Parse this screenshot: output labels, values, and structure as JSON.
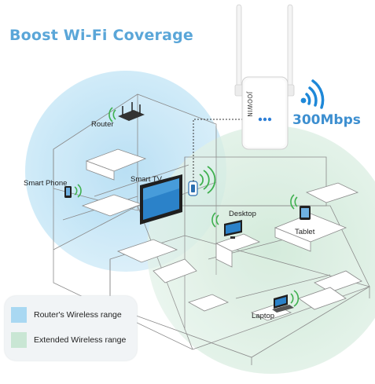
{
  "title": "Boost Wi-Fi Coverage",
  "speed": "300Mbps",
  "brand": "JOOWIN",
  "devices": {
    "router": "Router",
    "smart_phone": "Smart Phone",
    "smart_tv": "Smart TV",
    "desktop": "Desktop",
    "tablet": "Tablet",
    "laptop": "Laptop"
  },
  "legend": {
    "router_range": "Router's Wireless range",
    "extended_range": "Extended Wireless range"
  },
  "colors": {
    "router_range": "#a9d8f2",
    "extended_range": "#c9e6d4",
    "title": "#5aa6d8",
    "signal": "#1e88d8",
    "wifi_green": "#3fb04f"
  },
  "icons": {
    "wifi_signal": "wifi-signal-icon",
    "extender_led": "led-icon"
  }
}
